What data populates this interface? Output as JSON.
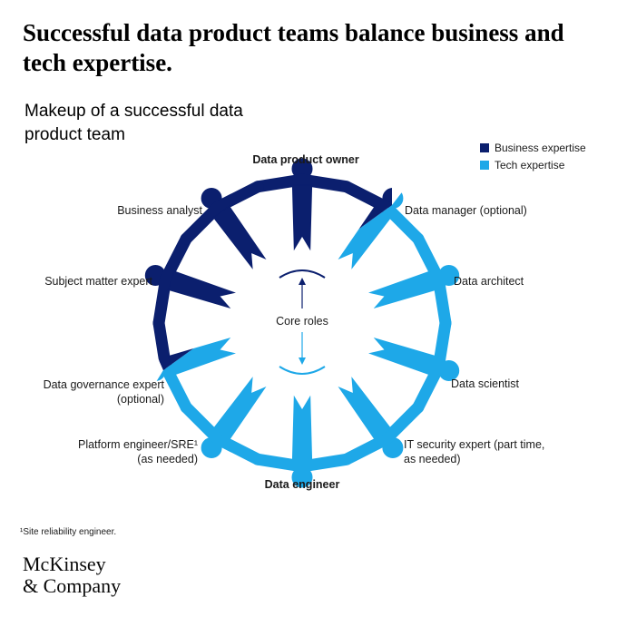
{
  "headline": "Successful data product teams balance business and tech expertise.",
  "subtitle": "Makeup of a successful data product team",
  "legend": [
    {
      "label": "Business expertise",
      "color": "#0b1f6e"
    },
    {
      "label": "Tech expertise",
      "color": "#1ea8e8"
    }
  ],
  "center_label": "Core roles",
  "roles": {
    "top": "Data product owner",
    "bottom": "Data engineer",
    "business_analyst": "Business analyst",
    "data_manager": "Data manager (optional)",
    "subject_matter_expert": "Subject matter expert",
    "data_architect": "Data architect",
    "data_governance_line1": "Data governance expert",
    "data_governance_line2": "(optional)",
    "data_scientist": "Data scientist",
    "platform_engineer_line1": "Platform engineer/SRE¹",
    "platform_engineer_line2": "(as needed)",
    "it_security_line1": "IT security expert (part time,",
    "it_security_line2": "as needed)"
  },
  "footnote": "¹Site reliability engineer.",
  "logo": {
    "line1": "McKinsey",
    "line2": "& Company"
  }
}
